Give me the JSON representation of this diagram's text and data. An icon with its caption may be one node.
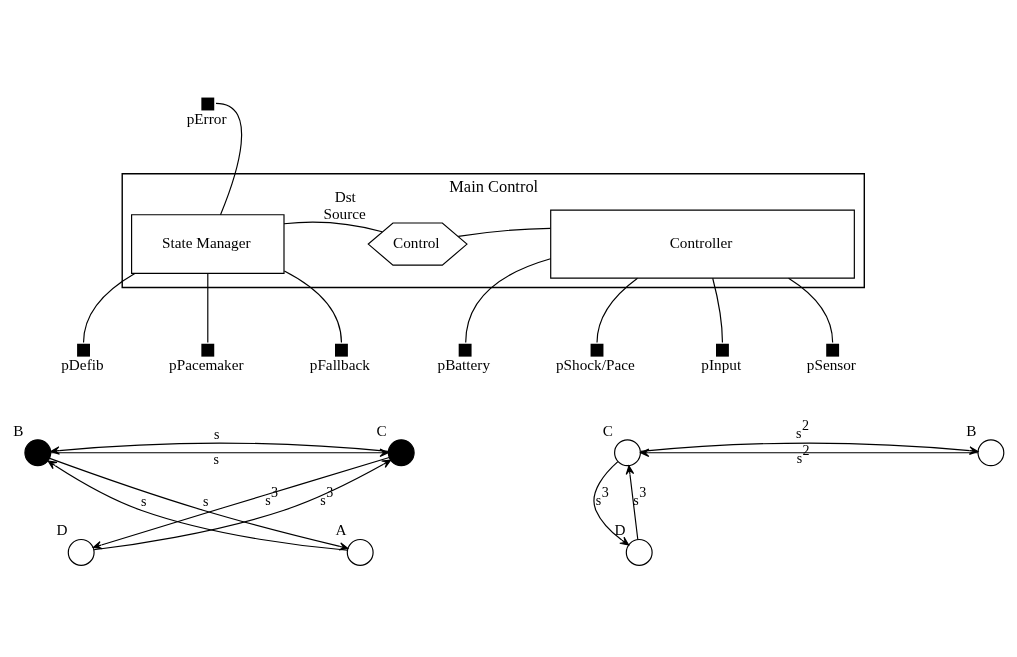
{
  "diagram": {
    "nodes": [
      {
        "text": [
          "Main Control"
        ]
      },
      {
        "text": [
          "Control"
        ],
        "in": 0,
        "beside": [
          "Dst",
          "Source"
        ]
      },
      {
        "text": [
          "Controller"
        ],
        "in": 0
      },
      {
        "text": [
          "State Manager"
        ],
        "in": 0
      },
      {
        "text": [],
        "shape": "box",
        "beside": [
          "pError"
        ]
      },
      {
        "text": [],
        "shape": "box",
        "beside": [
          "pPacemaker"
        ]
      },
      {
        "text": [],
        "shape": "box",
        "beside": [
          "pFallback"
        ]
      },
      {
        "text": [],
        "shape": "box",
        "beside": [
          "pDefib"
        ]
      },
      {
        "text": [],
        "shape": "box",
        "beside": [
          "pSensor"
        ]
      },
      {
        "text": [],
        "shape": "box",
        "beside": [
          "pBattery"
        ]
      },
      {
        "text": [],
        "shape": "box",
        "beside": [
          "pShock/Pace"
        ]
      },
      {
        "text": [],
        "shape": "box",
        "beside": [
          "pInput"
        ]
      },
      {
        "text": [
          "C"
        ]
      },
      {
        "text": [
          "B"
        ]
      },
      {
        "text": [
          "D"
        ]
      },
      {
        "text": [
          "A"
        ]
      },
      {
        "text": [
          "C"
        ]
      },
      {
        "text": [
          "B"
        ]
      },
      {
        "text": [
          "D"
        ]
      }
    ],
    "edges": [
      {
        "from": 4,
        "to": 3,
        "arrow": "none"
      },
      {
        "from": 3,
        "to": 1,
        "arrow": "none"
      },
      {
        "from": 1,
        "to": 2,
        "arrow": "none"
      },
      {
        "from": 3,
        "to": 5,
        "arrow": "none"
      },
      {
        "from": 3,
        "to": 6,
        "arrow": "none"
      },
      {
        "from": 3,
        "to": 7,
        "arrow": "none"
      },
      {
        "from": 2,
        "to": 8,
        "arrow": "none"
      },
      {
        "from": 2,
        "to": 9,
        "arrow": "none"
      },
      {
        "from": 2,
        "to": 10,
        "arrow": "none"
      },
      {
        "from": 2,
        "to": 11,
        "arrow": "none"
      },
      {
        "from": 13,
        "to": 12,
        "arrow": "to",
        "label": "s"
      },
      {
        "from": 12,
        "to": 13,
        "arrow": "to",
        "label": "s"
      },
      {
        "from": 12,
        "to": 14,
        "arrow": "to",
        "label": "s$^{3}$"
      },
      {
        "from": 14,
        "to": 12,
        "arrow": "to",
        "label": "s$^{3}$"
      },
      {
        "from": 13,
        "to": 15,
        "arrow": "to",
        "label": "s"
      },
      {
        "from": 15,
        "to": 13,
        "arrow": "to",
        "label": "s"
      },
      {
        "from": 17,
        "to": 16,
        "arrow": "to",
        "label": "s$^{2}$"
      },
      {
        "from": 16,
        "to": 17,
        "arrow": "to",
        "label": "s$^{2}$"
      },
      {
        "from": 16,
        "to": 18,
        "arrow": "to",
        "label": "s$^{3}$"
      },
      {
        "from": 18,
        "to": 16,
        "arrow": "to",
        "label": "s$^{3}$"
      }
    ]
  }
}
